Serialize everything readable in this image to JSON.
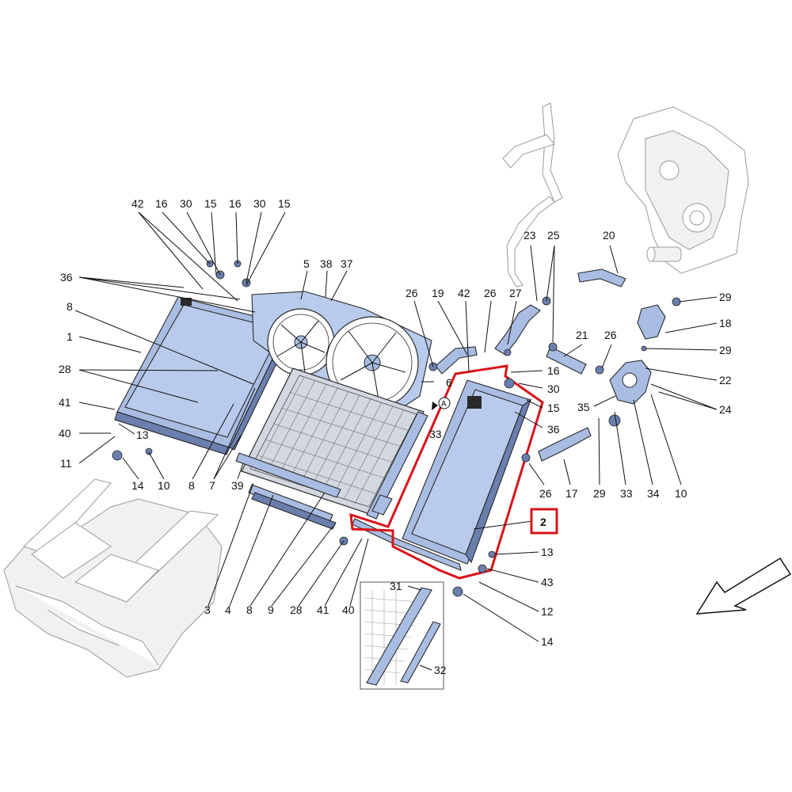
{
  "diagram": {
    "highlighted_part": "2",
    "labels": {
      "l42a": "42",
      "l16a": "16",
      "l30a": "30",
      "l15a": "15",
      "l16b": "16",
      "l30b": "30",
      "l15b": "15",
      "l36a": "36",
      "l5": "5",
      "l38": "38",
      "l37": "37",
      "l8a": "8",
      "l1": "1",
      "l28a": "28",
      "l41a": "41",
      "l40a": "40",
      "l13a": "13",
      "l11": "11",
      "l14a": "14",
      "l10a": "10",
      "l8b": "8",
      "l7": "7",
      "l39": "39",
      "l3": "3",
      "l4": "4",
      "l8c": "8",
      "l9": "9",
      "l28b": "28",
      "l41b": "41",
      "l40b": "40",
      "l26a": "26",
      "l19": "19",
      "l42b": "42",
      "l26b": "26",
      "l27": "27",
      "l6": "6",
      "l33a": "33",
      "lA": "A",
      "l23": "23",
      "l25": "25",
      "l20": "20",
      "l29a": "29",
      "l18": "18",
      "l29b": "29",
      "l21": "21",
      "l26c": "26",
      "l22": "22",
      "l24": "24",
      "l16c": "16",
      "l30c": "30",
      "l15c": "15",
      "l36b": "36",
      "l35": "35",
      "l26d": "26",
      "l17": "17",
      "l29c": "29",
      "l33b": "33",
      "l34": "34",
      "l10b": "10",
      "l2": "2",
      "l13b": "13",
      "l43": "43",
      "l12": "12",
      "l14b": "14",
      "l31": "31",
      "l32": "32"
    }
  }
}
